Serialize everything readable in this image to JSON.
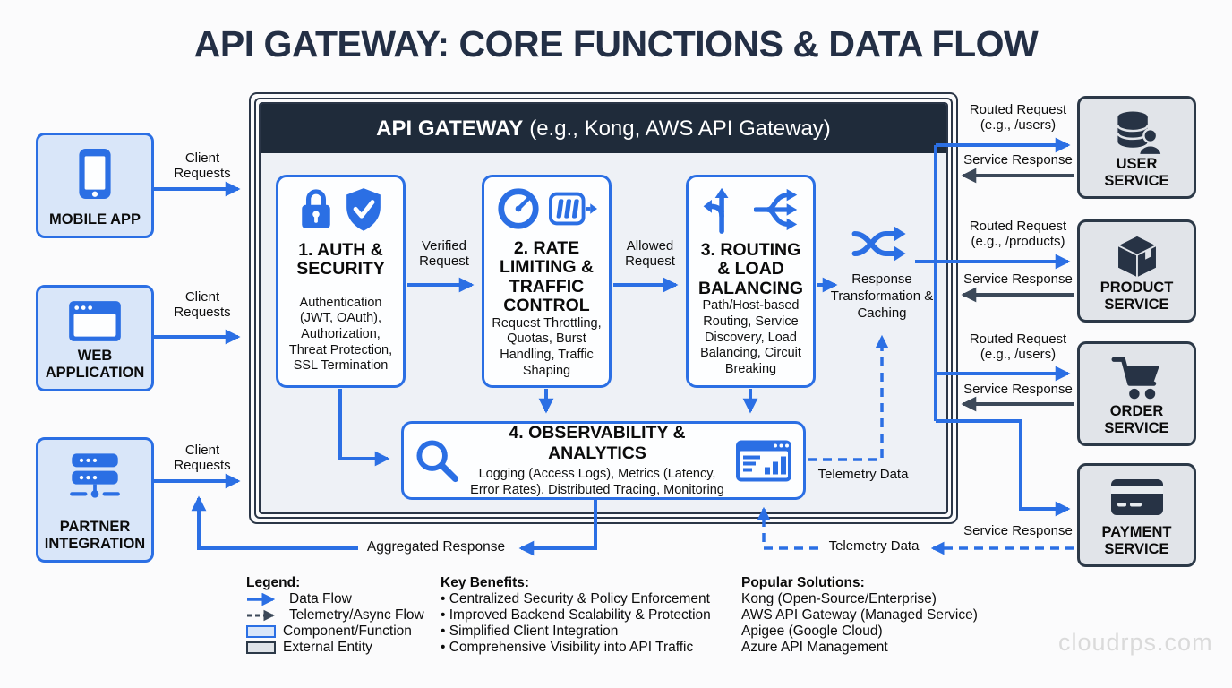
{
  "title": "API GATEWAY: CORE FUNCTIONS & DATA FLOW",
  "colors": {
    "accent_blue": "#2b6fe4",
    "dark_navy": "#273345",
    "header_navy": "#1f2b3a",
    "client_fill": "#d9e6f9",
    "service_fill": "#e1e4e9",
    "gateway_fill": "#eef1f6",
    "dark_arrow": "#3c4959"
  },
  "clients": [
    {
      "label": "MOBILE APP",
      "icon": "smartphone-icon",
      "request_label": "Client Requests"
    },
    {
      "label": "WEB APPLICATION",
      "icon": "browser-icon",
      "request_label": "Client Requests"
    },
    {
      "label": "PARTNER INTEGRATION",
      "icon": "server-icon",
      "request_label": "Client Requests"
    }
  ],
  "gateway": {
    "header_bold": "API GATEWAY",
    "header_rest": "(e.g., Kong, AWS API Gateway)",
    "functions": [
      {
        "title": "1. AUTH & SECURITY",
        "details": "Authentication (JWT, OAuth), Authorization, Threat Protection, SSL Termination",
        "icons": [
          "lock-icon",
          "shield-check-icon"
        ]
      },
      {
        "title": "2. RATE LIMITING & TRAFFIC CONTROL",
        "details": "Request Throttling, Quotas, Burst Handling, Traffic Shaping",
        "icons": [
          "gauge-icon",
          "throttle-icon"
        ]
      },
      {
        "title": "3. ROUTING & LOAD BALANCING",
        "details": "Path/Host-based Routing, Service Discovery, Load Balancing, Circuit Breaking",
        "icons": [
          "split-arrows-icon",
          "merge-arrows-icon"
        ]
      }
    ],
    "response_transformation": {
      "label": "Response Transformation & Caching",
      "icon": "shuffle-icon"
    },
    "observability": {
      "title": "4. OBSERVABILITY & ANALYTICS",
      "details": "Logging (Access Logs), Metrics (Latency, Error Rates), Distributed Tracing, Monitoring",
      "icons": [
        "magnifier-icon",
        "dashboard-icon"
      ]
    }
  },
  "flow_labels": {
    "verified_request": "Verified Request",
    "allowed_request": "Allowed Request",
    "aggregated_response": "Aggregated Response",
    "telemetry_inside": "Telemetry Data",
    "telemetry_outside": "Telemetry Data"
  },
  "services": [
    {
      "label": "USER SERVICE",
      "icon": "database-user-icon",
      "request_label": "Routed Request (e.g., /users)",
      "response_label": "Service Response"
    },
    {
      "label": "PRODUCT SERVICE",
      "icon": "package-icon",
      "request_label": "Routed Request (e.g., /products)",
      "response_label": "Service Response"
    },
    {
      "label": "ORDER SERVICE",
      "icon": "cart-icon",
      "request_label": "Routed Request (e.g., /users)",
      "response_label": "Service Response"
    },
    {
      "label": "PAYMENT SERVICE",
      "icon": "credit-card-icon",
      "response_label": "Service Response"
    }
  ],
  "legend": {
    "title": "Legend:",
    "items": [
      {
        "label": "Data Flow",
        "swatch": "blue-arrow"
      },
      {
        "label": "Telemetry/Async Flow",
        "swatch": "dark-dashed-arrow"
      },
      {
        "label": "Component/Function",
        "swatch": "component-box"
      },
      {
        "label": "External Entity",
        "swatch": "external-box"
      }
    ]
  },
  "key_benefits": {
    "title": "Key Benefits:",
    "items": [
      "• Centralized Security & Policy Enforcement",
      "• Improved Backend Scalability & Protection",
      "• Simplified Client Integration",
      "• Comprehensive Visibility into API Traffic"
    ]
  },
  "popular_solutions": {
    "title": "Popular Solutions:",
    "items": [
      "Kong (Open-Source/Enterprise)",
      "AWS API Gateway (Managed Service)",
      "Apigee (Google Cloud)",
      "Azure API Management"
    ]
  },
  "watermark": "cloudrps.com"
}
